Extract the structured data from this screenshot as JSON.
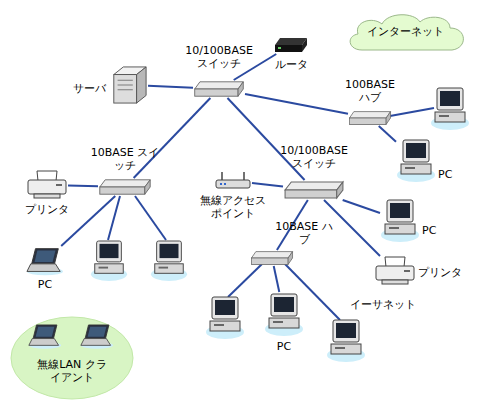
{
  "diagram": {
    "nodes": [
      {
        "text": [
          "インターネット"
        ]
      },
      {
        "text": [
          "ルータ"
        ]
      },
      {
        "text": [
          "サーバ"
        ]
      },
      {
        "text": [
          "10/100BASE スイッチ"
        ]
      },
      {
        "text": [
          "100BASE ハブ"
        ]
      },
      {
        "text": [
          "PC"
        ]
      },
      {
        "text": [
          "10BASE スイッチ"
        ]
      },
      {
        "text": [
          "無線アクセス ポイント"
        ]
      },
      {
        "text": [
          "10/100BASE スイッチ"
        ]
      },
      {
        "text": [
          "プリンタ"
        ]
      },
      {
        "text": [
          "PC"
        ]
      },
      {
        "text": [
          "10BASE ハブ"
        ]
      },
      {
        "text": [
          "プリンタ"
        ]
      },
      {
        "text": [
          "PC"
        ]
      },
      {
        "text": [
          "PC"
        ]
      },
      {
        "text": [
          "無線LAN クライアント"
        ]
      }
    ],
    "edges": [
      {
        "from": 1,
        "to": 3,
        "arrow": "none"
      },
      {
        "from": 2,
        "to": 3,
        "arrow": "none"
      },
      {
        "from": 3,
        "to": 4,
        "arrow": "none"
      },
      {
        "from": 4,
        "to": 5,
        "arrow": "none"
      },
      {
        "from": 3,
        "to": 6,
        "arrow": "none"
      },
      {
        "from": 3,
        "to": 8,
        "arrow": "none"
      },
      {
        "from": 6,
        "to": 9,
        "arrow": "none"
      },
      {
        "from": 6,
        "to": 13,
        "arrow": "none"
      },
      {
        "from": 8,
        "to": 7,
        "arrow": "none"
      },
      {
        "from": 8,
        "to": 10,
        "arrow": "none"
      },
      {
        "from": 8,
        "to": 11,
        "arrow": "none"
      },
      {
        "from": 8,
        "to": 12,
        "arrow": "none"
      },
      {
        "from": 11,
        "to": 14,
        "arrow": "none"
      }
    ],
    "labels": [
      "イーサネット"
    ]
  }
}
